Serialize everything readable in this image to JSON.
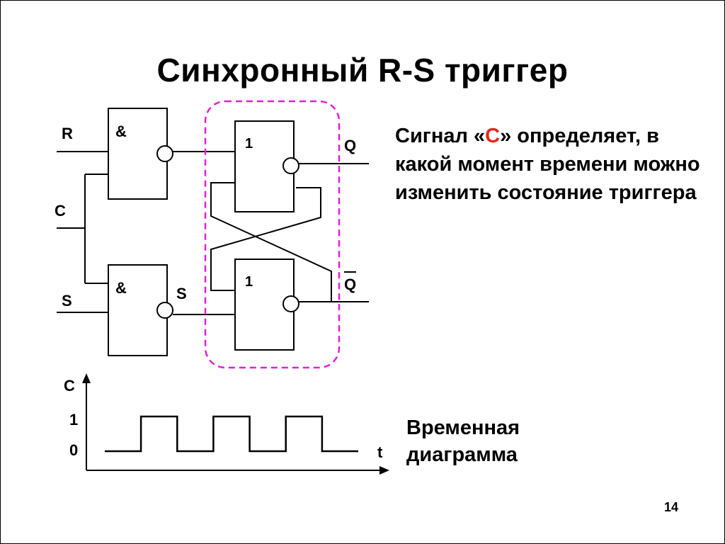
{
  "slide": {
    "title": "Синхронный R-S триггер",
    "page_number": "14"
  },
  "circuit": {
    "input_r": "R",
    "input_c": "C",
    "input_s": "S",
    "and_gate_top_symbol": "&",
    "and_gate_bottom_symbol": "&",
    "intermediate_s_label": "S",
    "or_gate_top_symbol": "1",
    "or_gate_bottom_symbol": "1",
    "output_q": "Q",
    "output_q_bar": "Q",
    "highlight_color": "#e020d8"
  },
  "explanation": {
    "part1": "Сигнал «",
    "accent": "C",
    "part2": "» определяет, в какой момент времени можно изменить состояние триггера",
    "accent_color": "#e8261b"
  },
  "timing": {
    "signal_label": "C",
    "level_high": "1",
    "level_low": "0",
    "time_label": "t",
    "caption": "Временная диаграмма",
    "waveform": [
      0,
      1,
      0,
      1,
      0,
      1,
      0
    ]
  }
}
